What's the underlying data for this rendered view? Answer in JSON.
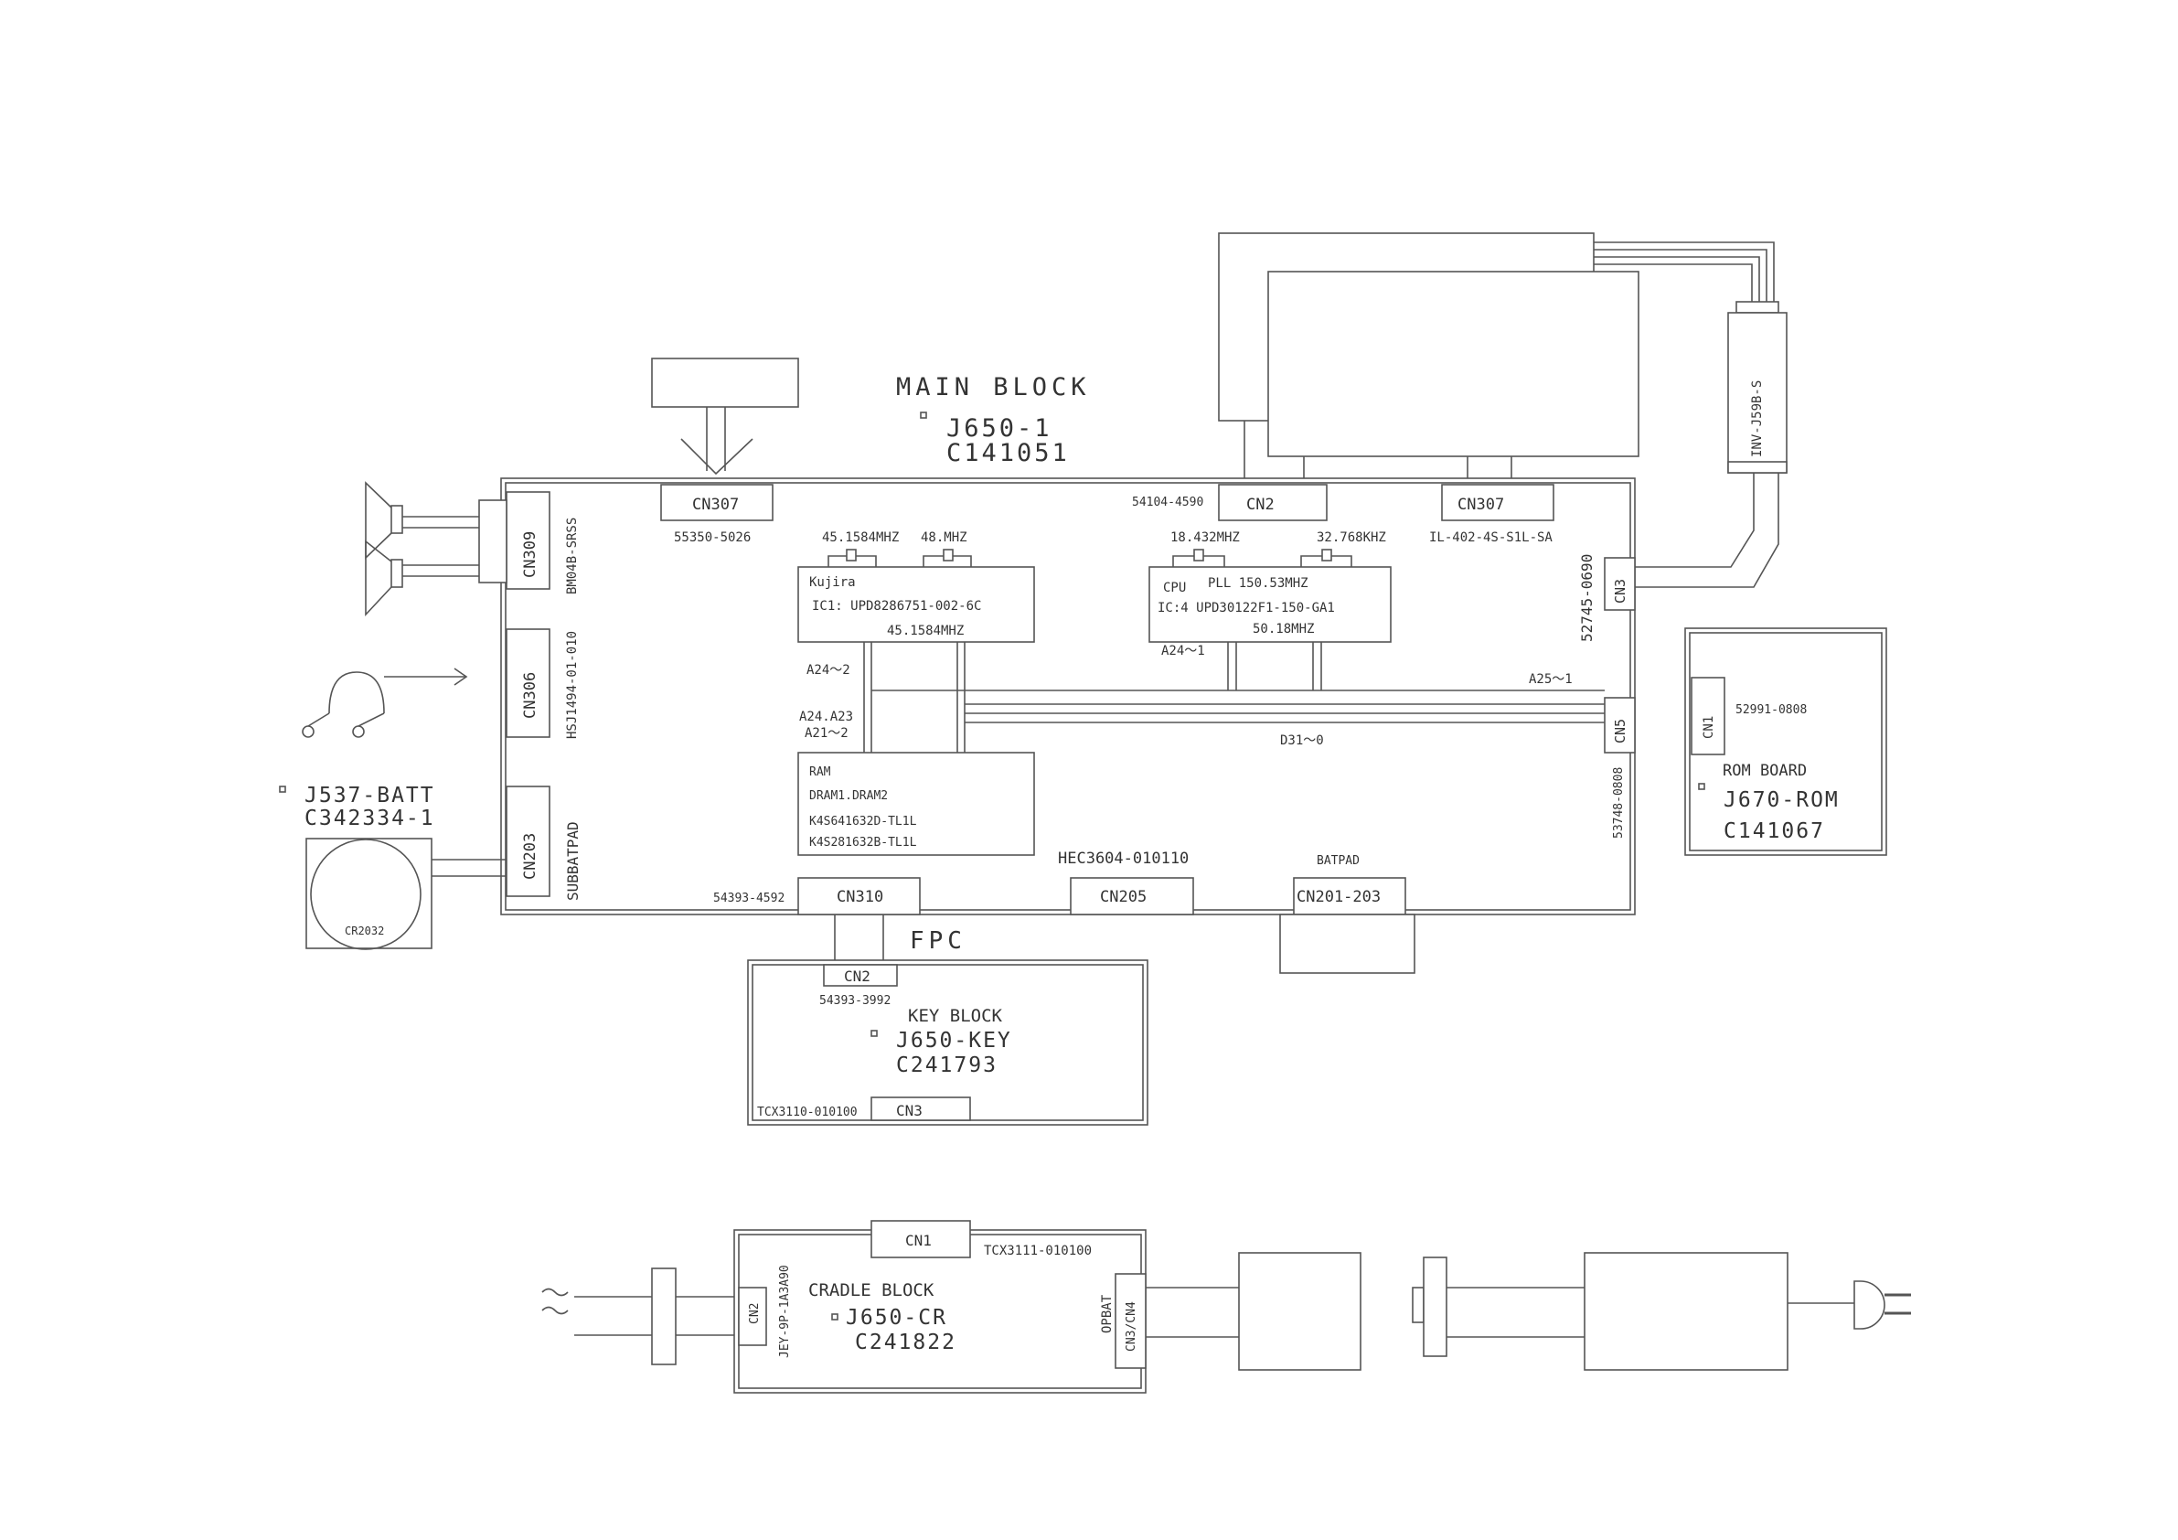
{
  "main_block": {
    "title": "MAIN BLOCK",
    "model": "J650-1",
    "part": "C141051",
    "pcb": "HEC3604-010110",
    "cn307_top": "CN307",
    "cn307_top_part": "55350-5026",
    "cn2": "CN2",
    "cn2_part": "54104-4590",
    "cn307_right": "CN307",
    "cn307_right_part": "IL-402-4S-S1L-SA",
    "cn3": "CN3",
    "cn3_part": "52745-0690",
    "cn5": "CN5",
    "cn5_part": "53748-0808",
    "cn309": "CN309",
    "cn309_part": "BM04B-SRSS",
    "cn306": "CN306",
    "cn306_part": "HSJ1494-01-010",
    "cn203": "CN203",
    "cn203_part": "SUBBATPAD",
    "cn310": "CN310",
    "cn310_part": "54393-4592",
    "cn205": "CN205",
    "cn201": "CN201-203",
    "batpad": "BATPAD",
    "inv_part": "INV-J59B-S",
    "osc_1": "45.1584MHZ",
    "osc_2": "48.MHZ",
    "osc_3": "18.432MHZ",
    "osc_4": "32.768KHZ",
    "ic1_name": "Kujira",
    "ic1_part": "IC1: UPD8286751-002-6C",
    "ic1_freq": "45.1584MHZ",
    "cpu_name": "CPU",
    "cpu_pll": "PLL 150.53MHZ",
    "cpu_part": "IC:4 UPD30122F1-150-GA1",
    "cpu_freq": "50.18MHZ",
    "bus_a24_2": "A24～2",
    "bus_a24_1": "A24～1",
    "bus_a25_1": "A25～1",
    "bus_a24_a23": "A24.A23",
    "bus_a21_2": "A21～2",
    "bus_d31_0": "D31～0",
    "ram_name": "RAM",
    "ram_chips": "DRAM1.DRAM2",
    "ram_part1": "K4S641632D-TL1L",
    "ram_part2": "K4S281632B-TL1L"
  },
  "fpc_label": "FPC",
  "battery": {
    "model": "J537-BATT",
    "part": "C342334-1",
    "cell": "CR2032"
  },
  "rom_board": {
    "title": "ROM  BOARD",
    "model": "J670-ROM",
    "part": "C141067",
    "cn1": "CN1",
    "cn1_part": "52991-0808"
  },
  "key_block": {
    "title": "KEY BLOCK",
    "model": "J650-KEY",
    "part": "C241793",
    "cn2": "CN2",
    "cn2_part": "54393-3992",
    "cn3": "CN3",
    "pcb": "TCX3110-010100"
  },
  "cradle_block": {
    "title": "CRADLE BLOCK",
    "model": "J650-CR",
    "part": "C241822",
    "cn1": "CN1",
    "pcb": "TCX3111-010100",
    "cn2": "CN2",
    "cn2_part": "JEY-9P-1A3A90",
    "cn34": "CN3/CN4",
    "opbat": "OPBAT"
  }
}
